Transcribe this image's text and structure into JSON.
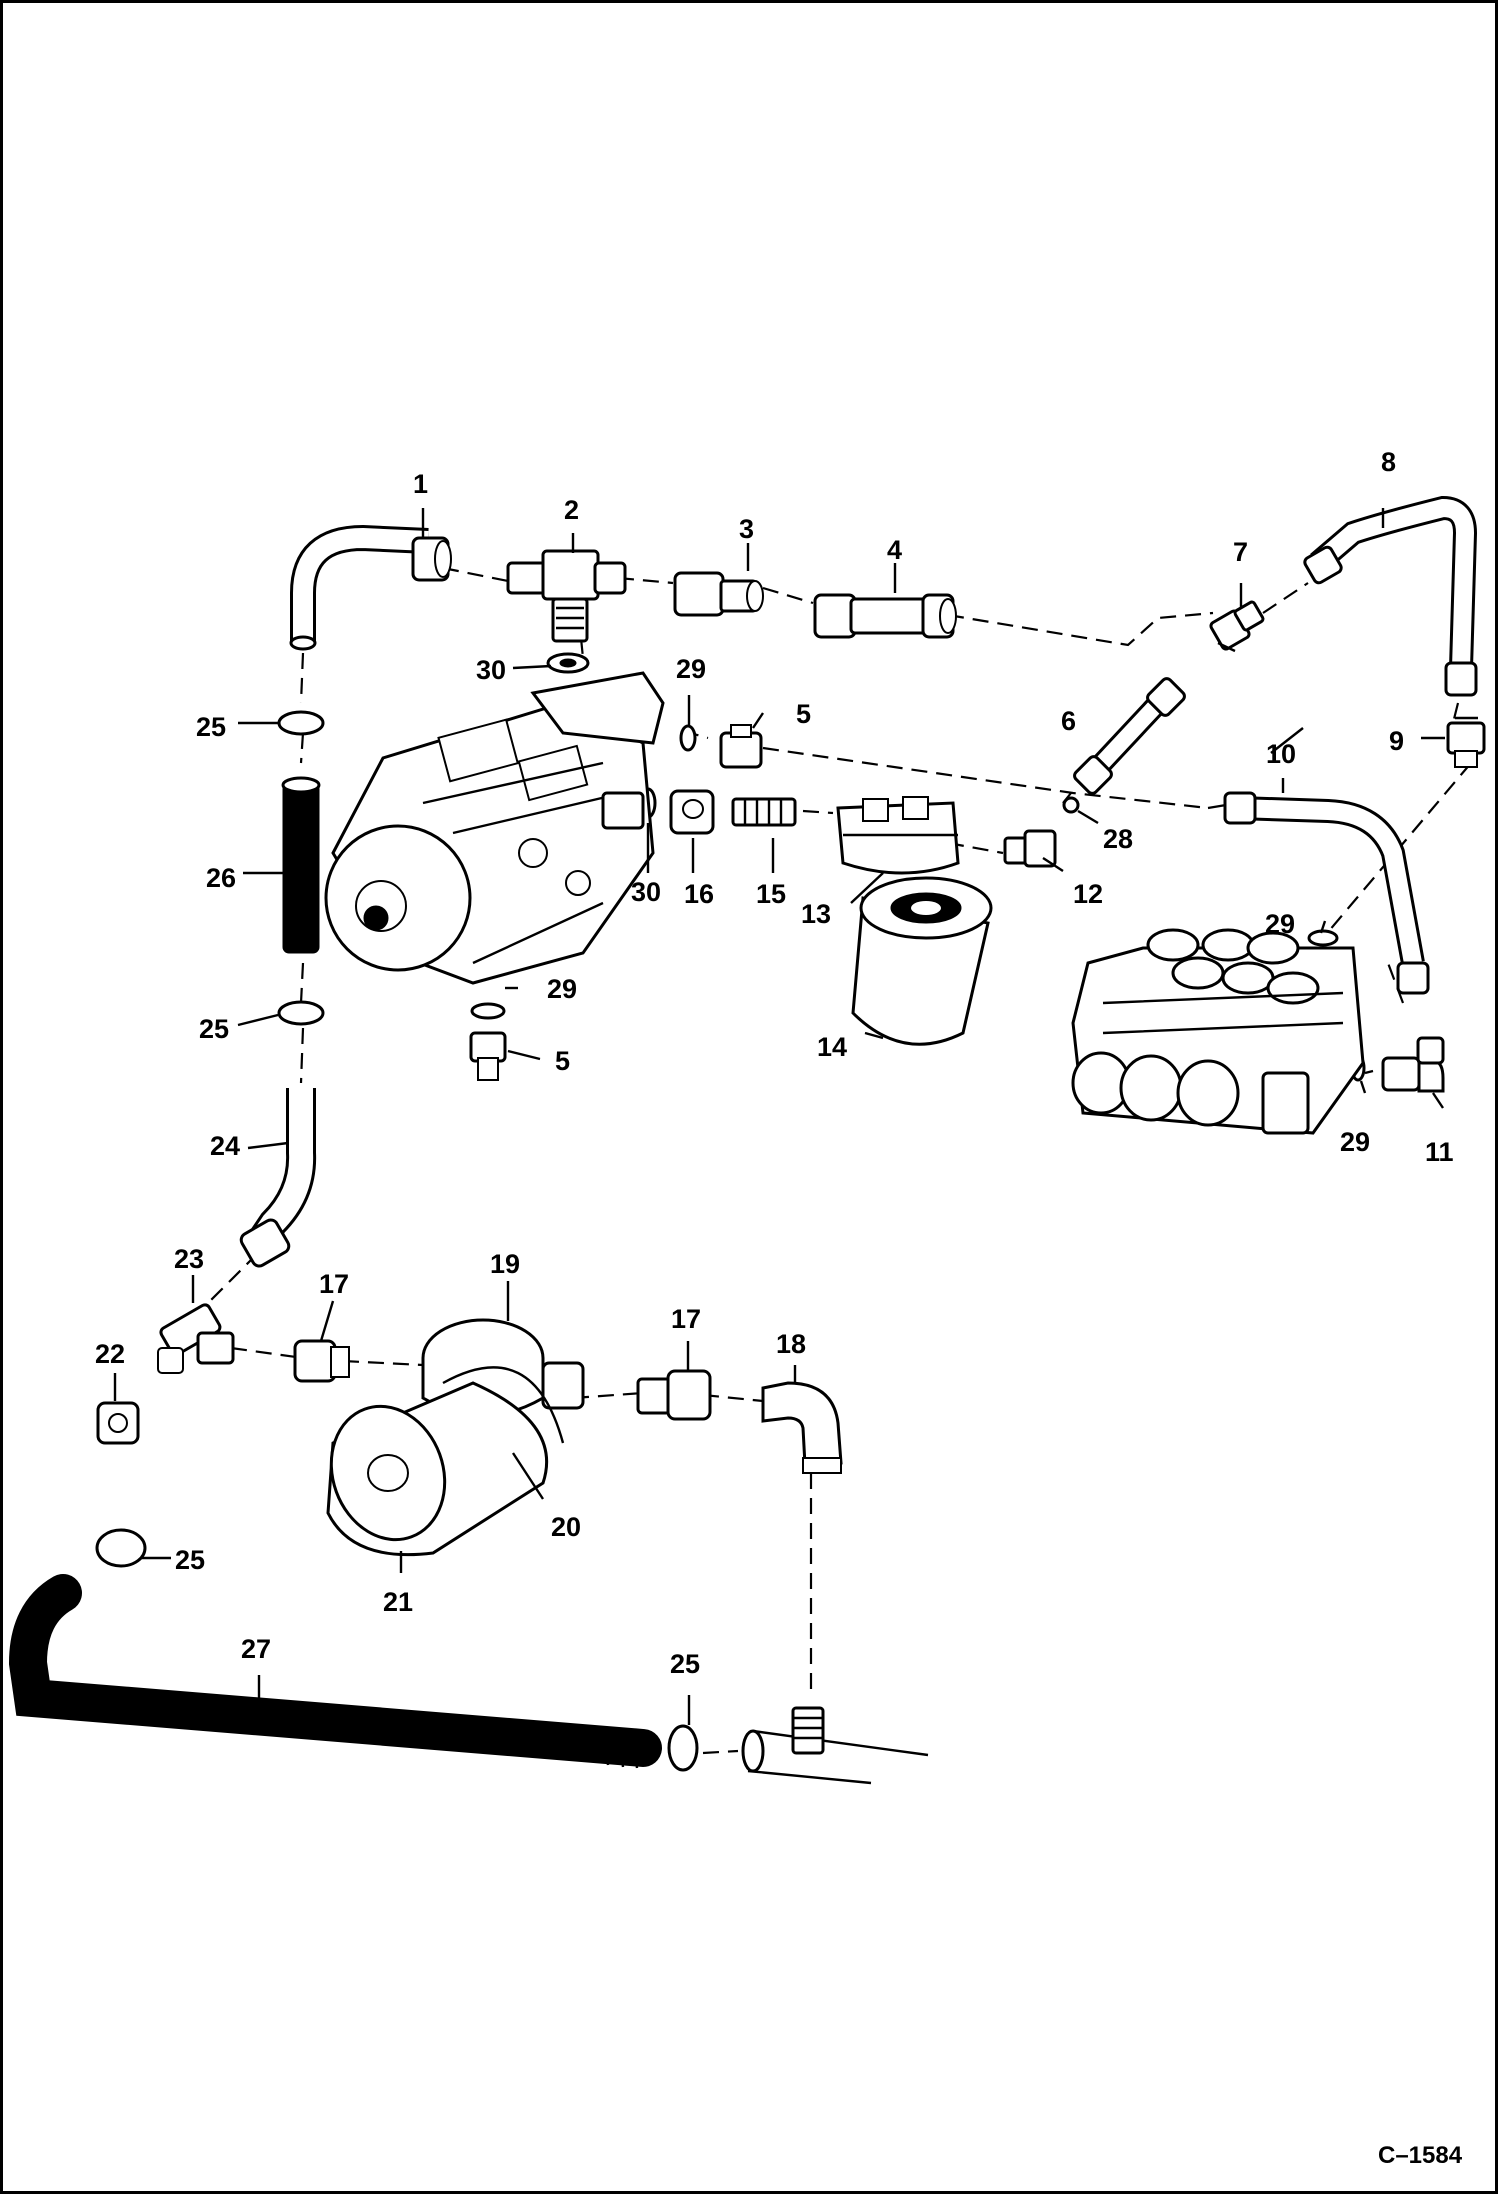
{
  "figure_ref": "C–1584",
  "callouts": {
    "c1": "1",
    "c2": "2",
    "c3": "3",
    "c4": "4",
    "c5a": "5",
    "c5b": "5",
    "c6": "6",
    "c7": "7",
    "c8": "8",
    "c9": "9",
    "c10": "10",
    "c11": "11",
    "c12": "12",
    "c13": "13",
    "c14": "14",
    "c15": "15",
    "c16": "16",
    "c17a": "17",
    "c17b": "17",
    "c18": "18",
    "c19": "19",
    "c20": "20",
    "c21": "21",
    "c22": "22",
    "c23": "23",
    "c24": "24",
    "c25a": "25",
    "c25b": "25",
    "c25c": "25",
    "c25d": "25",
    "c26": "26",
    "c27": "27",
    "c28": "28",
    "c29a": "29",
    "c29b": "29",
    "c29c": "29",
    "c29d": "29",
    "c30a": "30",
    "c30b": "30"
  },
  "icons": {
    "pump": "hydraulic-pump-icon",
    "valve": "control-valve-icon",
    "filter": "filter-cartridge-icon"
  }
}
